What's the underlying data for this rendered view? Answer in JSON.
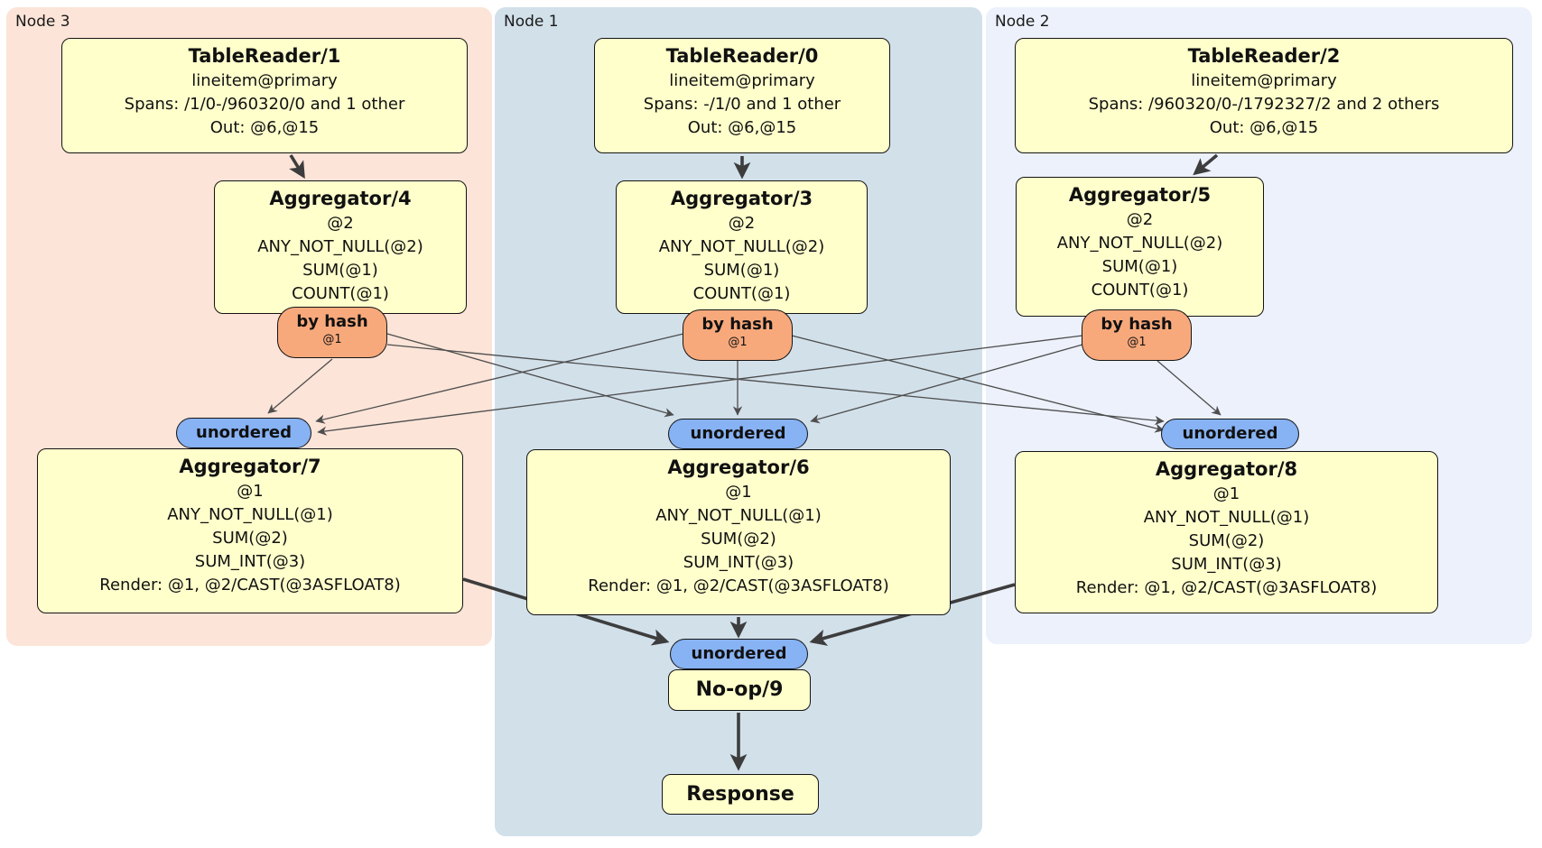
{
  "panels": [
    {
      "label": "Node 3"
    },
    {
      "label": "Node 1"
    },
    {
      "label": "Node 2"
    }
  ],
  "processors": {
    "tablereader1": {
      "title": "TableReader/1",
      "lines": [
        "lineitem@primary",
        "Spans: /1/0-/960320/0 and 1 other",
        "Out: @6,@15"
      ]
    },
    "tablereader0": {
      "title": "TableReader/0",
      "lines": [
        "lineitem@primary",
        "Spans: -/1/0 and 1 other",
        "Out: @6,@15"
      ]
    },
    "tablereader2": {
      "title": "TableReader/2",
      "lines": [
        "lineitem@primary",
        "Spans: /960320/0-/1792327/2 and 2 others",
        "Out: @6,@15"
      ]
    },
    "aggregator4": {
      "title": "Aggregator/4",
      "lines": [
        "@2",
        "ANY_NOT_NULL(@2)",
        "SUM(@1)",
        "COUNT(@1)"
      ]
    },
    "aggregator3": {
      "title": "Aggregator/3",
      "lines": [
        "@2",
        "ANY_NOT_NULL(@2)",
        "SUM(@1)",
        "COUNT(@1)"
      ]
    },
    "aggregator5": {
      "title": "Aggregator/5",
      "lines": [
        "@2",
        "ANY_NOT_NULL(@2)",
        "SUM(@1)",
        "COUNT(@1)"
      ]
    },
    "aggregator7": {
      "title": "Aggregator/7",
      "lines": [
        "@1",
        "ANY_NOT_NULL(@1)",
        "SUM(@2)",
        "SUM_INT(@3)",
        "Render: @1, @2/CAST(@3ASFLOAT8)"
      ]
    },
    "aggregator6": {
      "title": "Aggregator/6",
      "lines": [
        "@1",
        "ANY_NOT_NULL(@1)",
        "SUM(@2)",
        "SUM_INT(@3)",
        "Render: @1, @2/CAST(@3ASFLOAT8)"
      ]
    },
    "aggregator8": {
      "title": "Aggregator/8",
      "lines": [
        "@1",
        "ANY_NOT_NULL(@1)",
        "SUM(@2)",
        "SUM_INT(@3)",
        "Render: @1, @2/CAST(@3ASFLOAT8)"
      ]
    },
    "noop9": {
      "title": "No-op/9"
    },
    "response": {
      "title": "Response"
    }
  },
  "routers": {
    "by_hash": {
      "label": "by hash",
      "key": "@1"
    },
    "unordered": {
      "label": "unordered"
    }
  },
  "colors": {
    "panel_node3": "#fce4d8",
    "panel_node1": "#d2e0ea",
    "panel_node2": "#ecf1fb",
    "processor_fill": "#ffffcc",
    "router_hash_fill": "#f8a97c",
    "router_unordered_fill": "#87b2f3",
    "edge_thin": "#4d4d4d",
    "edge_thick": "#3d3d3d"
  }
}
